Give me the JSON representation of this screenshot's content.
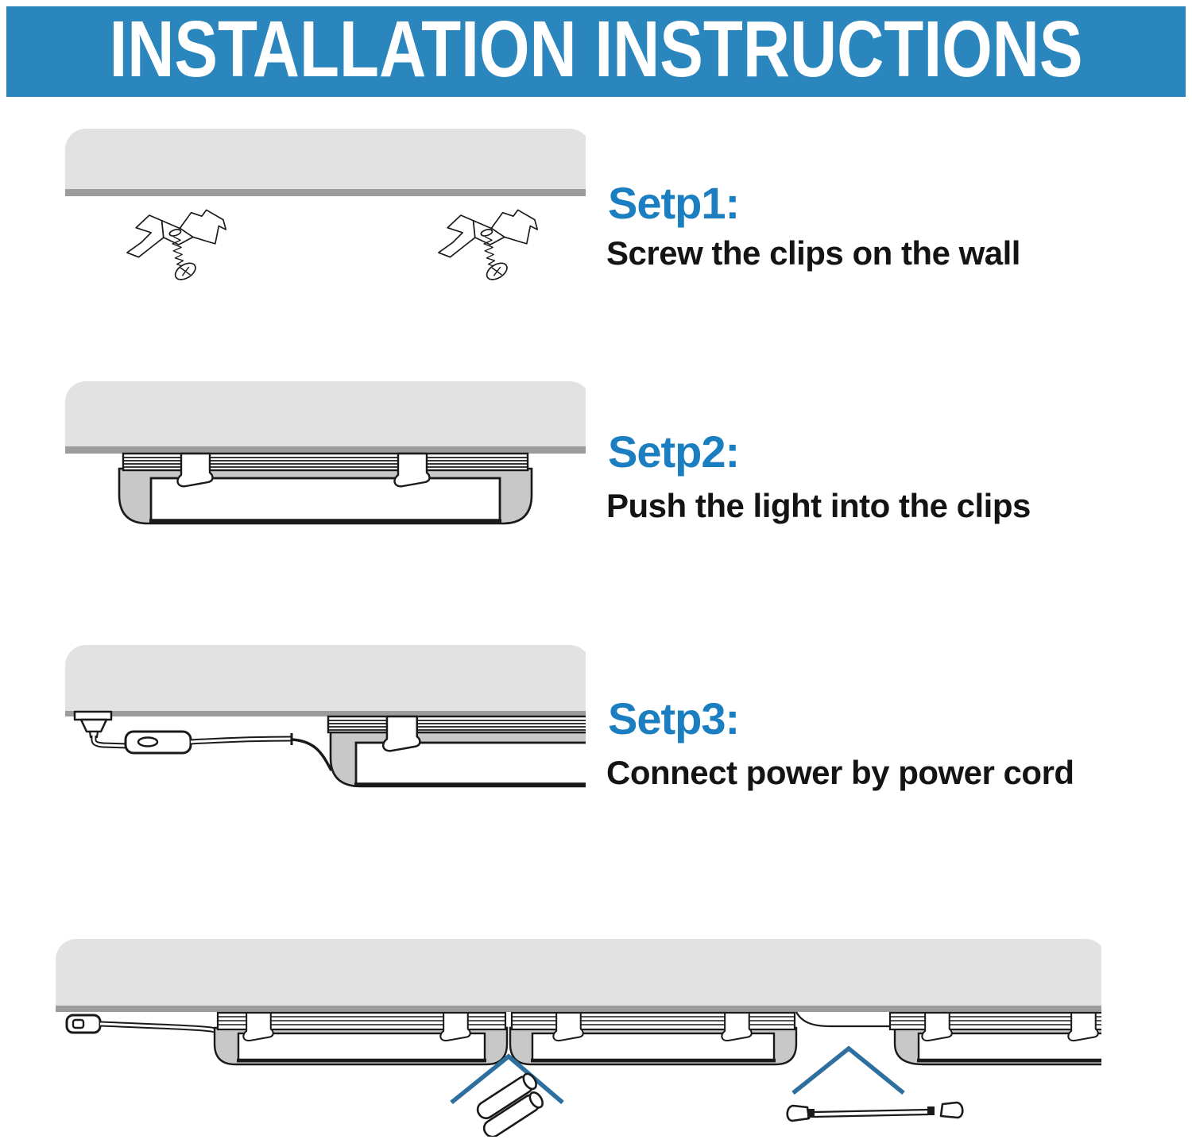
{
  "header": {
    "title": "INSTALLATION INSTRUCTIONS",
    "bg_color": "#2b86bd",
    "text_color": "#ffffff"
  },
  "steps": [
    {
      "title": "Setp1:",
      "description": "Screw the clips on the wall",
      "illustration": "mounting-clips-screwed-to-wall"
    },
    {
      "title": "Setp2:",
      "description": "Push the light into the clips",
      "illustration": "light-fixture-pushed-into-clips"
    },
    {
      "title": "Setp3:",
      "description": "Connect power by power cord",
      "illustration": "power-cord-connected-to-light"
    }
  ],
  "bottom_illustration": {
    "name": "multiple-lights-linked-in-series",
    "connector_icons": [
      "direct-joint-connector-icon",
      "linking-cable-connector-icon"
    ]
  },
  "colors": {
    "header_bg": "#2b86bd",
    "step_title_blue": "#1a7ec0",
    "panel_border_blue": "#457fa6",
    "bottom_panel_border_blue": "#1f6296",
    "connector_arrow_blue": "#2d6f9f",
    "wall_gray": "#e2e2e2",
    "wall_edge_gray": "#9c9c9c",
    "fixture_gray": "#c8c8c8",
    "line_art": "#1a1a1a"
  }
}
